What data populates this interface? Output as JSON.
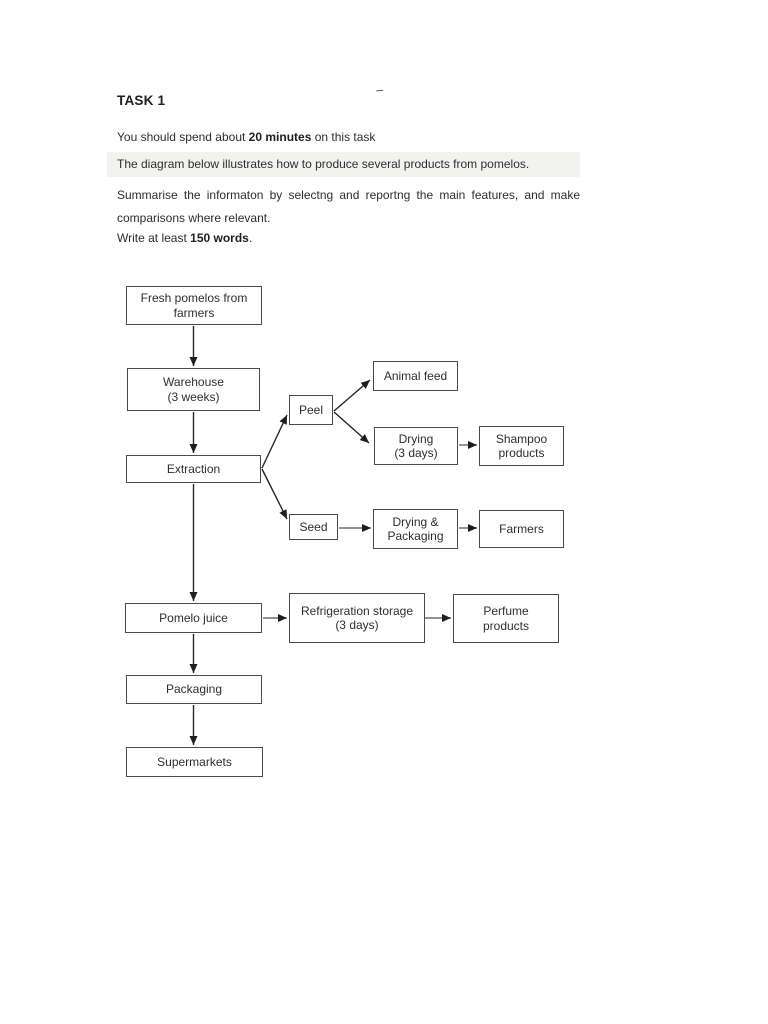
{
  "page": {
    "stray_mark": "–",
    "colors": {
      "background": "#ffffff",
      "text": "#2d2d2d",
      "box_border": "#4a4a4a",
      "highlight_bg": "#f2f2f0",
      "arrowhead": "#1d1d1d",
      "connector_gray": "#6f6f6f"
    }
  },
  "task": {
    "title": "TASK 1",
    "time_line": {
      "prefix": "You should spend about ",
      "bold": "20 minutes",
      "suffix": " on this task"
    },
    "prompt": "The diagram below illustrates how to produce several products from pomelos.",
    "summarise_lines": [
      "Summarise the informaton by selectng and reportng the main features, and make",
      "comparisons where relevant."
    ],
    "word_line": {
      "prefix": "Write at least ",
      "bold": "150 words",
      "suffix": "."
    }
  },
  "flowchart": {
    "nodes": [
      {
        "id": "fresh-pomelos",
        "label": "Fresh pomelos from\nfarmers"
      },
      {
        "id": "warehouse",
        "label": "Warehouse\n(3 weeks)"
      },
      {
        "id": "extraction",
        "label": "Extraction"
      },
      {
        "id": "peel",
        "label": "Peel"
      },
      {
        "id": "animal-feed",
        "label": "Animal feed"
      },
      {
        "id": "drying",
        "label": "Drying\n(3 days)"
      },
      {
        "id": "shampoo-products",
        "label": "Shampoo\nproducts"
      },
      {
        "id": "seed",
        "label": "Seed"
      },
      {
        "id": "drying-packaging",
        "label": "Drying &\nPackaging"
      },
      {
        "id": "farmers",
        "label": "Farmers"
      },
      {
        "id": "pomelo-juice",
        "label": "Pomelo juice"
      },
      {
        "id": "refrigeration-storage",
        "label": "Refrigeration storage\n(3 days)"
      },
      {
        "id": "perfume-products",
        "label": "Perfume\nproducts"
      },
      {
        "id": "packaging",
        "label": "Packaging"
      },
      {
        "id": "supermarkets",
        "label": "Supermarkets"
      }
    ],
    "edges": [
      {
        "from": "fresh-pomelos",
        "to": "warehouse"
      },
      {
        "from": "warehouse",
        "to": "extraction"
      },
      {
        "from": "extraction",
        "to": "peel"
      },
      {
        "from": "extraction",
        "to": "seed"
      },
      {
        "from": "extraction",
        "to": "pomelo-juice"
      },
      {
        "from": "peel",
        "to": "animal-feed"
      },
      {
        "from": "peel",
        "to": "drying"
      },
      {
        "from": "drying",
        "to": "shampoo-products"
      },
      {
        "from": "seed",
        "to": "drying-packaging"
      },
      {
        "from": "drying-packaging",
        "to": "farmers"
      },
      {
        "from": "pomelo-juice",
        "to": "refrigeration-storage"
      },
      {
        "from": "refrigeration-storage",
        "to": "perfume-products"
      },
      {
        "from": "pomelo-juice",
        "to": "packaging"
      },
      {
        "from": "packaging",
        "to": "supermarkets"
      }
    ]
  }
}
